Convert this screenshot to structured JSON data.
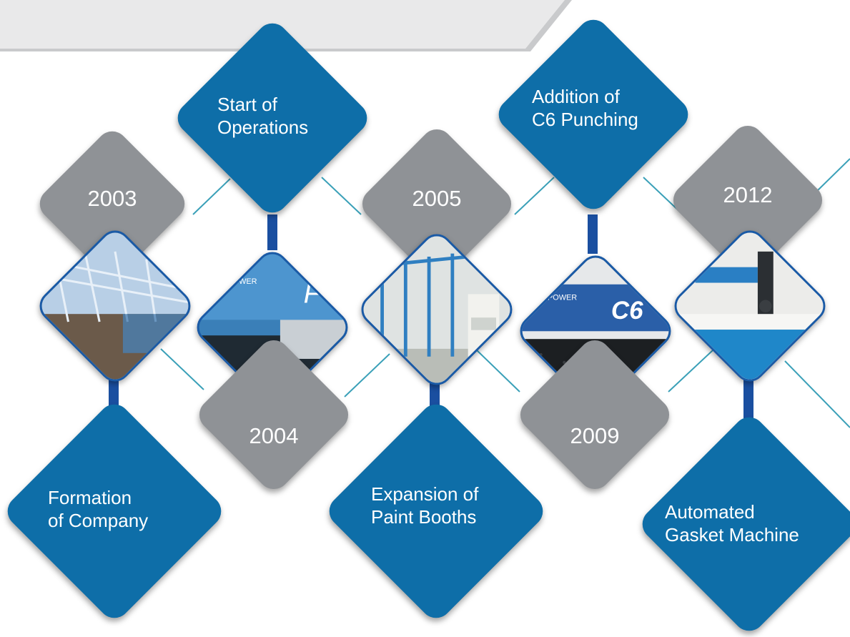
{
  "timeline": [
    {
      "year": "2003",
      "event_line1": "Formation",
      "event_line2": "of Company",
      "photo": "building-frame-photo"
    },
    {
      "year": "2004",
      "event_line1": "Start of",
      "event_line2": "Operations",
      "photo": "finn-power-machine-photo"
    },
    {
      "year": "2005",
      "event_line1": "Expansion of",
      "event_line2": "Paint Booths",
      "photo": "paint-booth-photo"
    },
    {
      "year": "2009",
      "event_line1": "Addition of",
      "event_line2": "C6 Punching",
      "photo": "c6-punching-machine-photo"
    },
    {
      "year": "2012",
      "event_line1": "Automated",
      "event_line2": "Gasket Machine",
      "photo": "gasket-machine-photo"
    }
  ],
  "machine_text": {
    "f_brand": "FINN-POWER",
    "c6_brand": "FINN-POWER",
    "c6_mark": "C6"
  },
  "colors": {
    "event_blue": "#0e6ea8",
    "year_grey": "#8f9296",
    "stem_blue": "#1a4fa0",
    "connector_teal": "#3aa0b8",
    "banner_grey": "#e9e9ea"
  }
}
